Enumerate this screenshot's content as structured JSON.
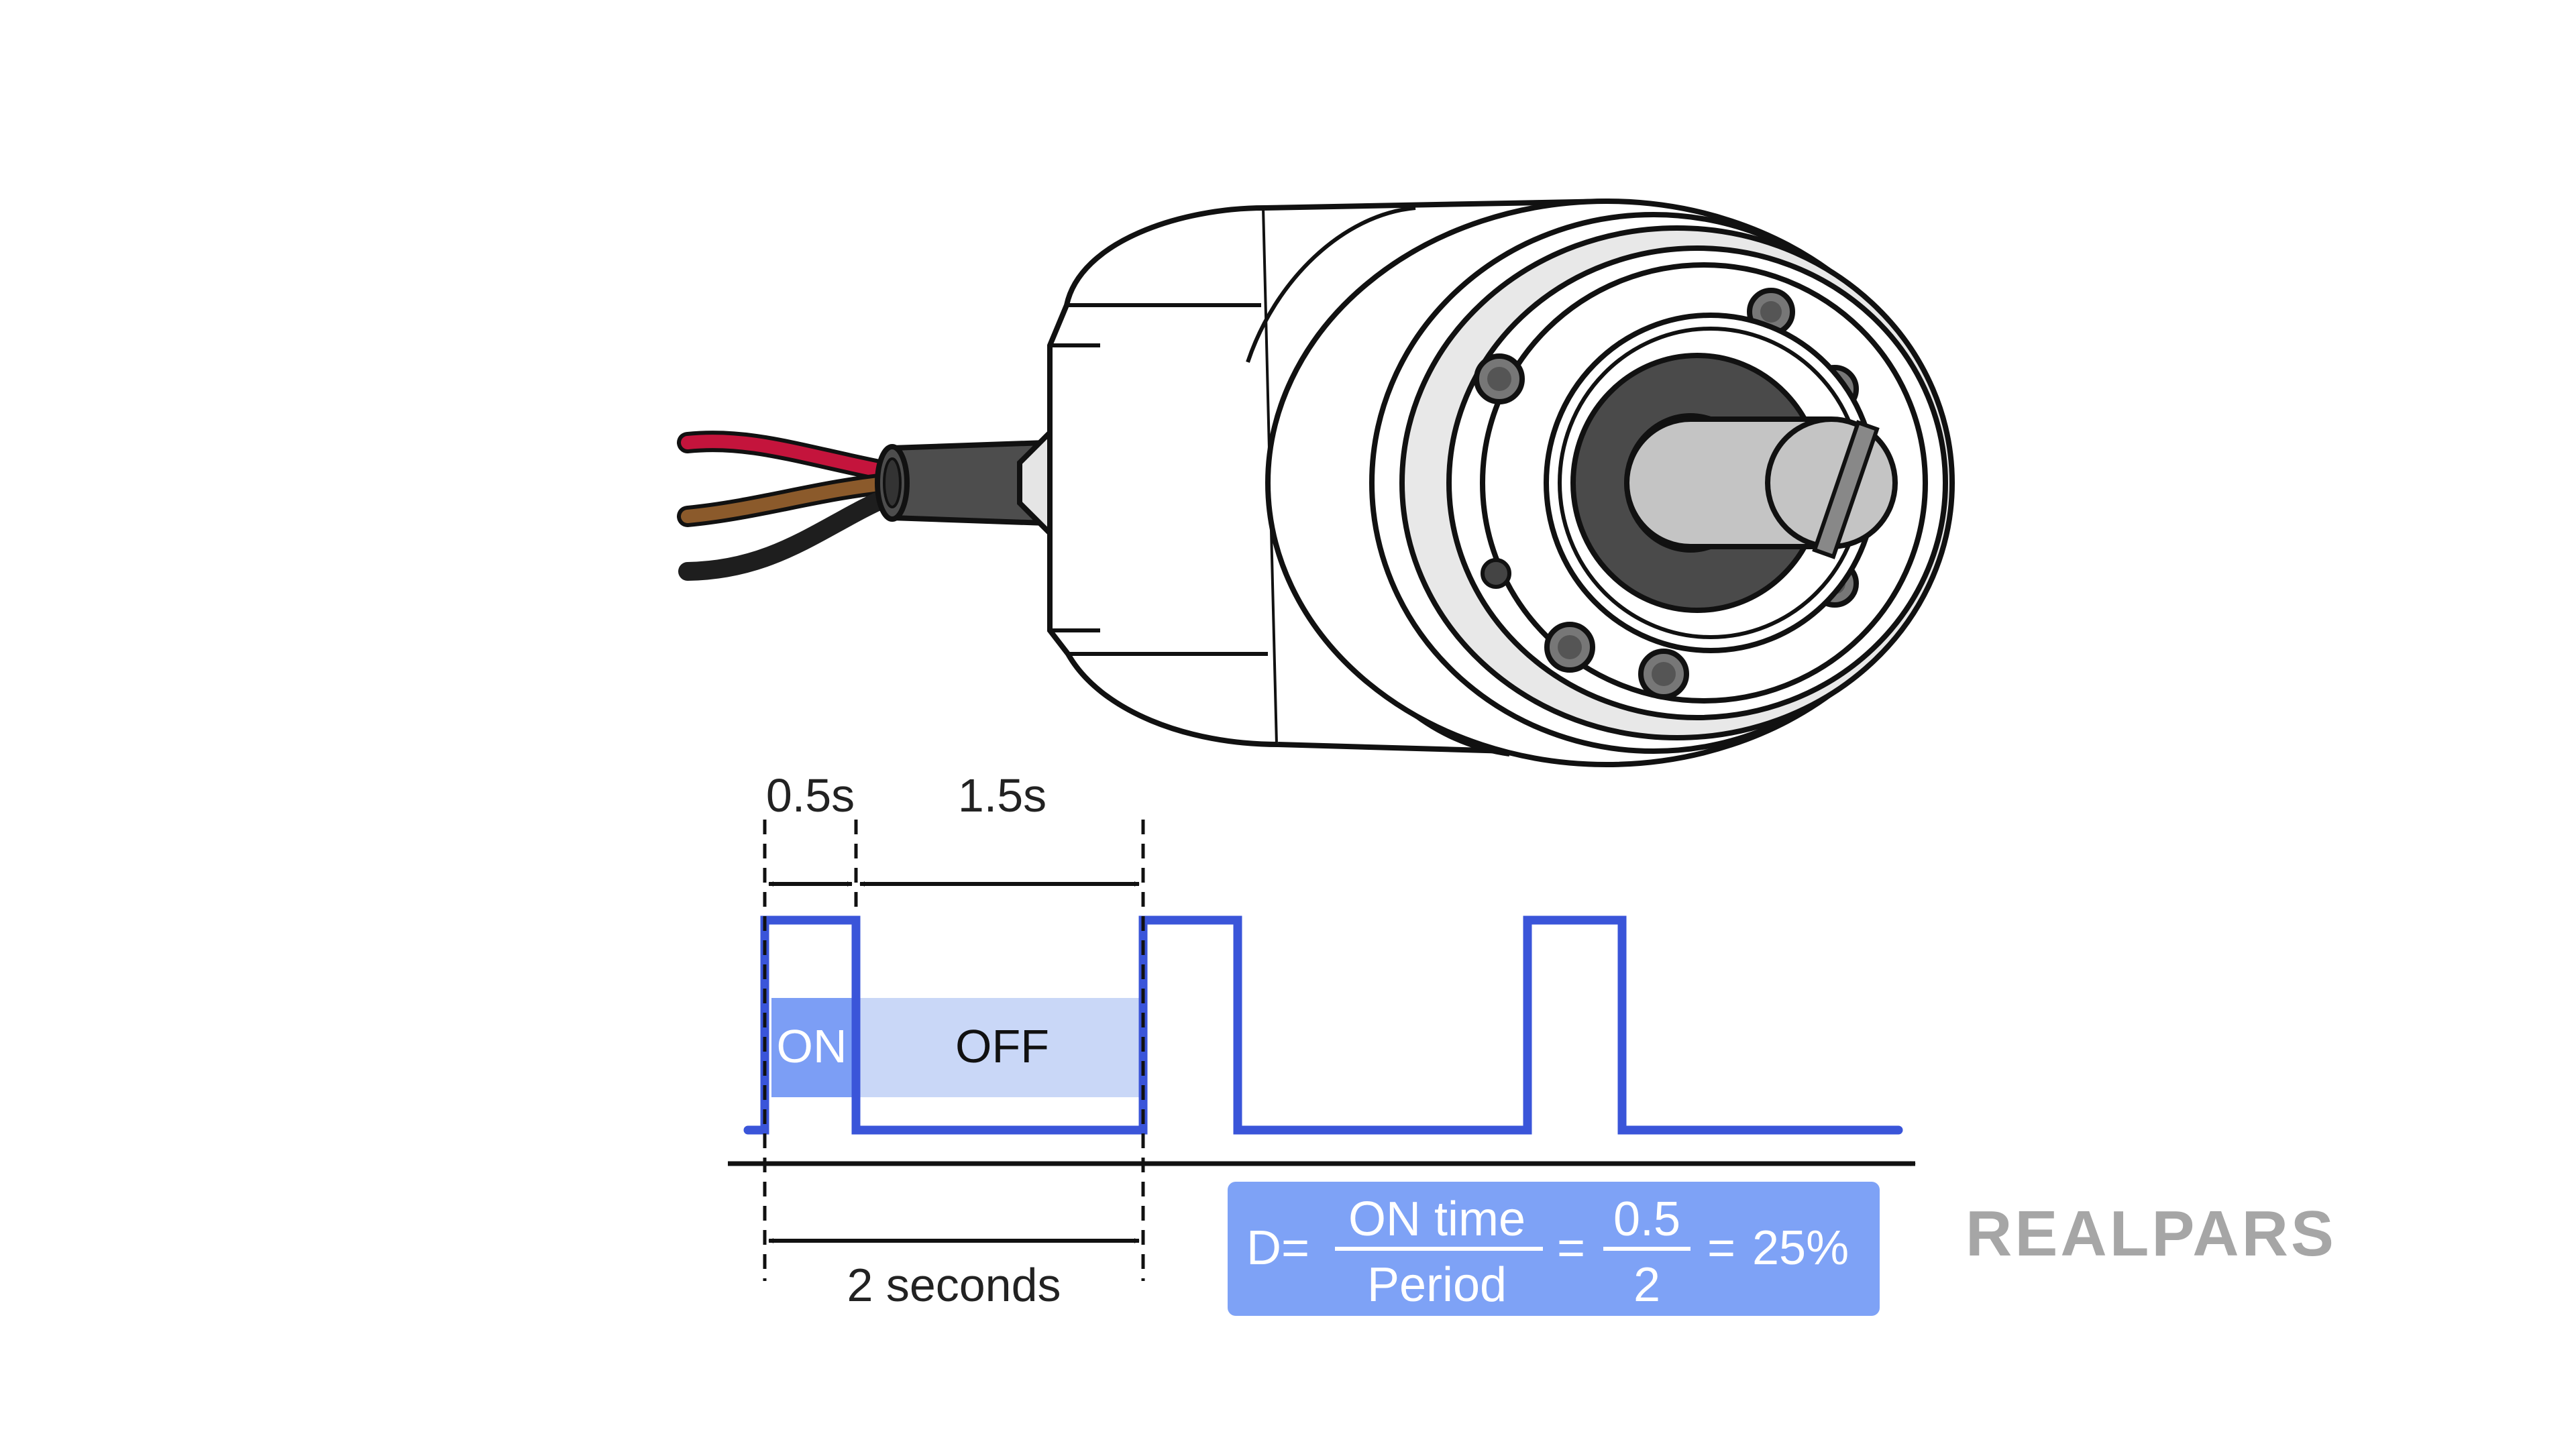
{
  "timing": {
    "on_duration_label": "0.5s",
    "off_duration_label": "1.5s",
    "period_label": "2 seconds",
    "on_label": "ON",
    "off_label": "OFF"
  },
  "formula": {
    "lhs": "D=",
    "numerator": "ON time",
    "denominator": "Period",
    "eq1": "=",
    "value_numerator": "0.5",
    "value_denominator": "2",
    "eq2": "=",
    "result": "25%"
  },
  "logo": {
    "text": "REALPARS"
  },
  "waveform": {
    "period_s": 2,
    "on_time_s": 0.5,
    "duty_cycle": 0.25,
    "pulses": 3
  },
  "colors": {
    "signal": "#3a55d9",
    "on_fill": "#7c9ef5",
    "off_fill": "#c9d7f7",
    "formula_bg": "#7ea2f6",
    "logo": "#a6a6a6",
    "wire_red": "#c4143c",
    "wire_brown": "#8b5a2b",
    "wire_black": "#1e1e1e",
    "cable": "#4d4d4d"
  }
}
